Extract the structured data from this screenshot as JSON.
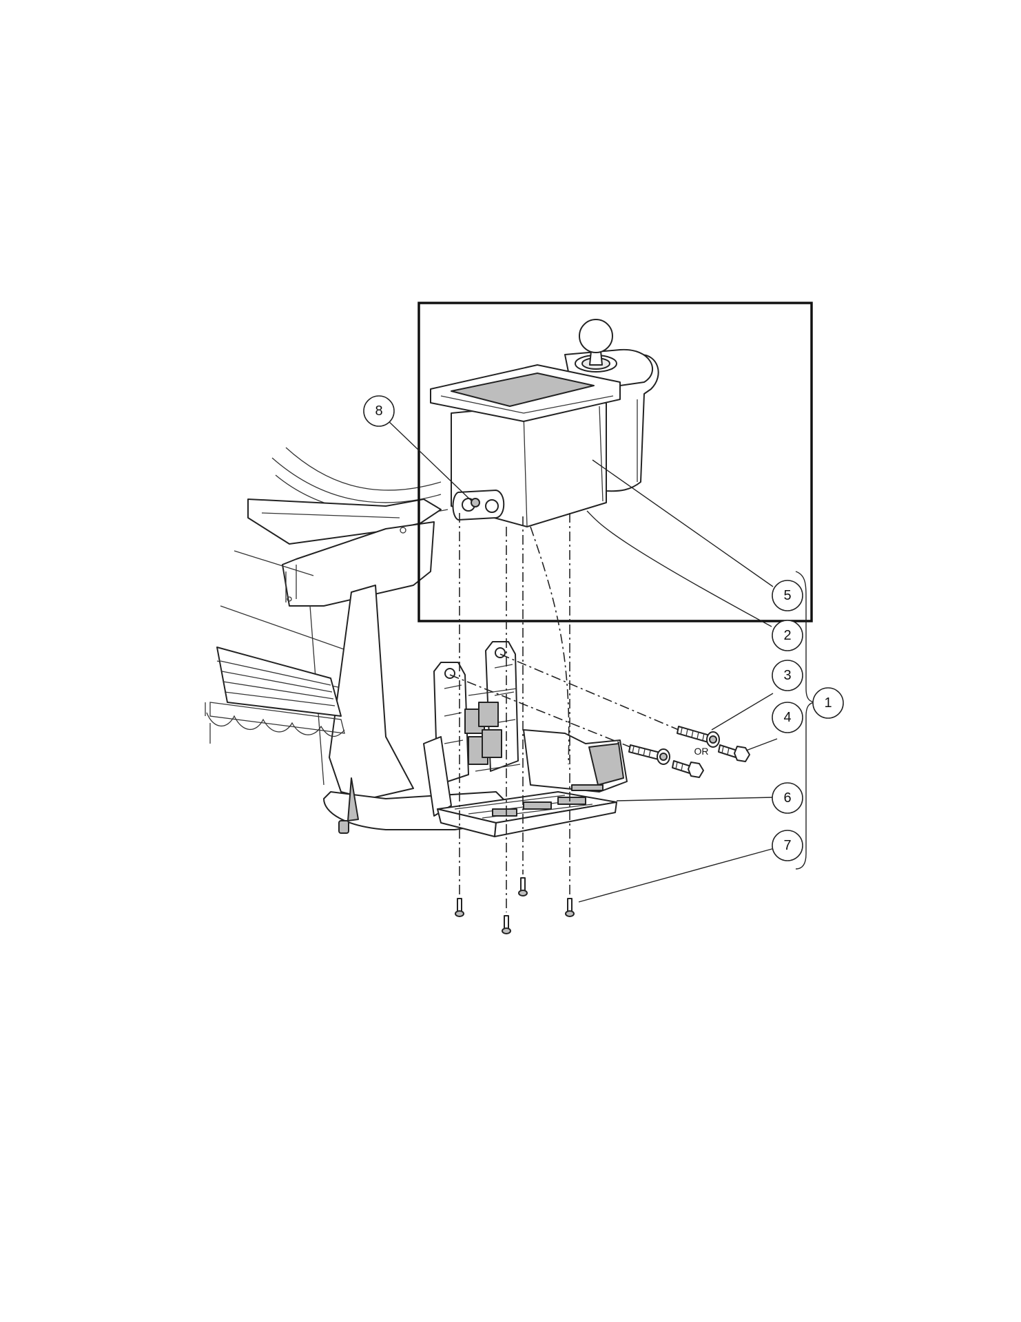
{
  "callouts": {
    "c1": "1",
    "c2": "2",
    "c3": "3",
    "c4": "4",
    "c5": "5",
    "c6": "6",
    "c7": "7",
    "c8": "8"
  },
  "or_label": "OR"
}
